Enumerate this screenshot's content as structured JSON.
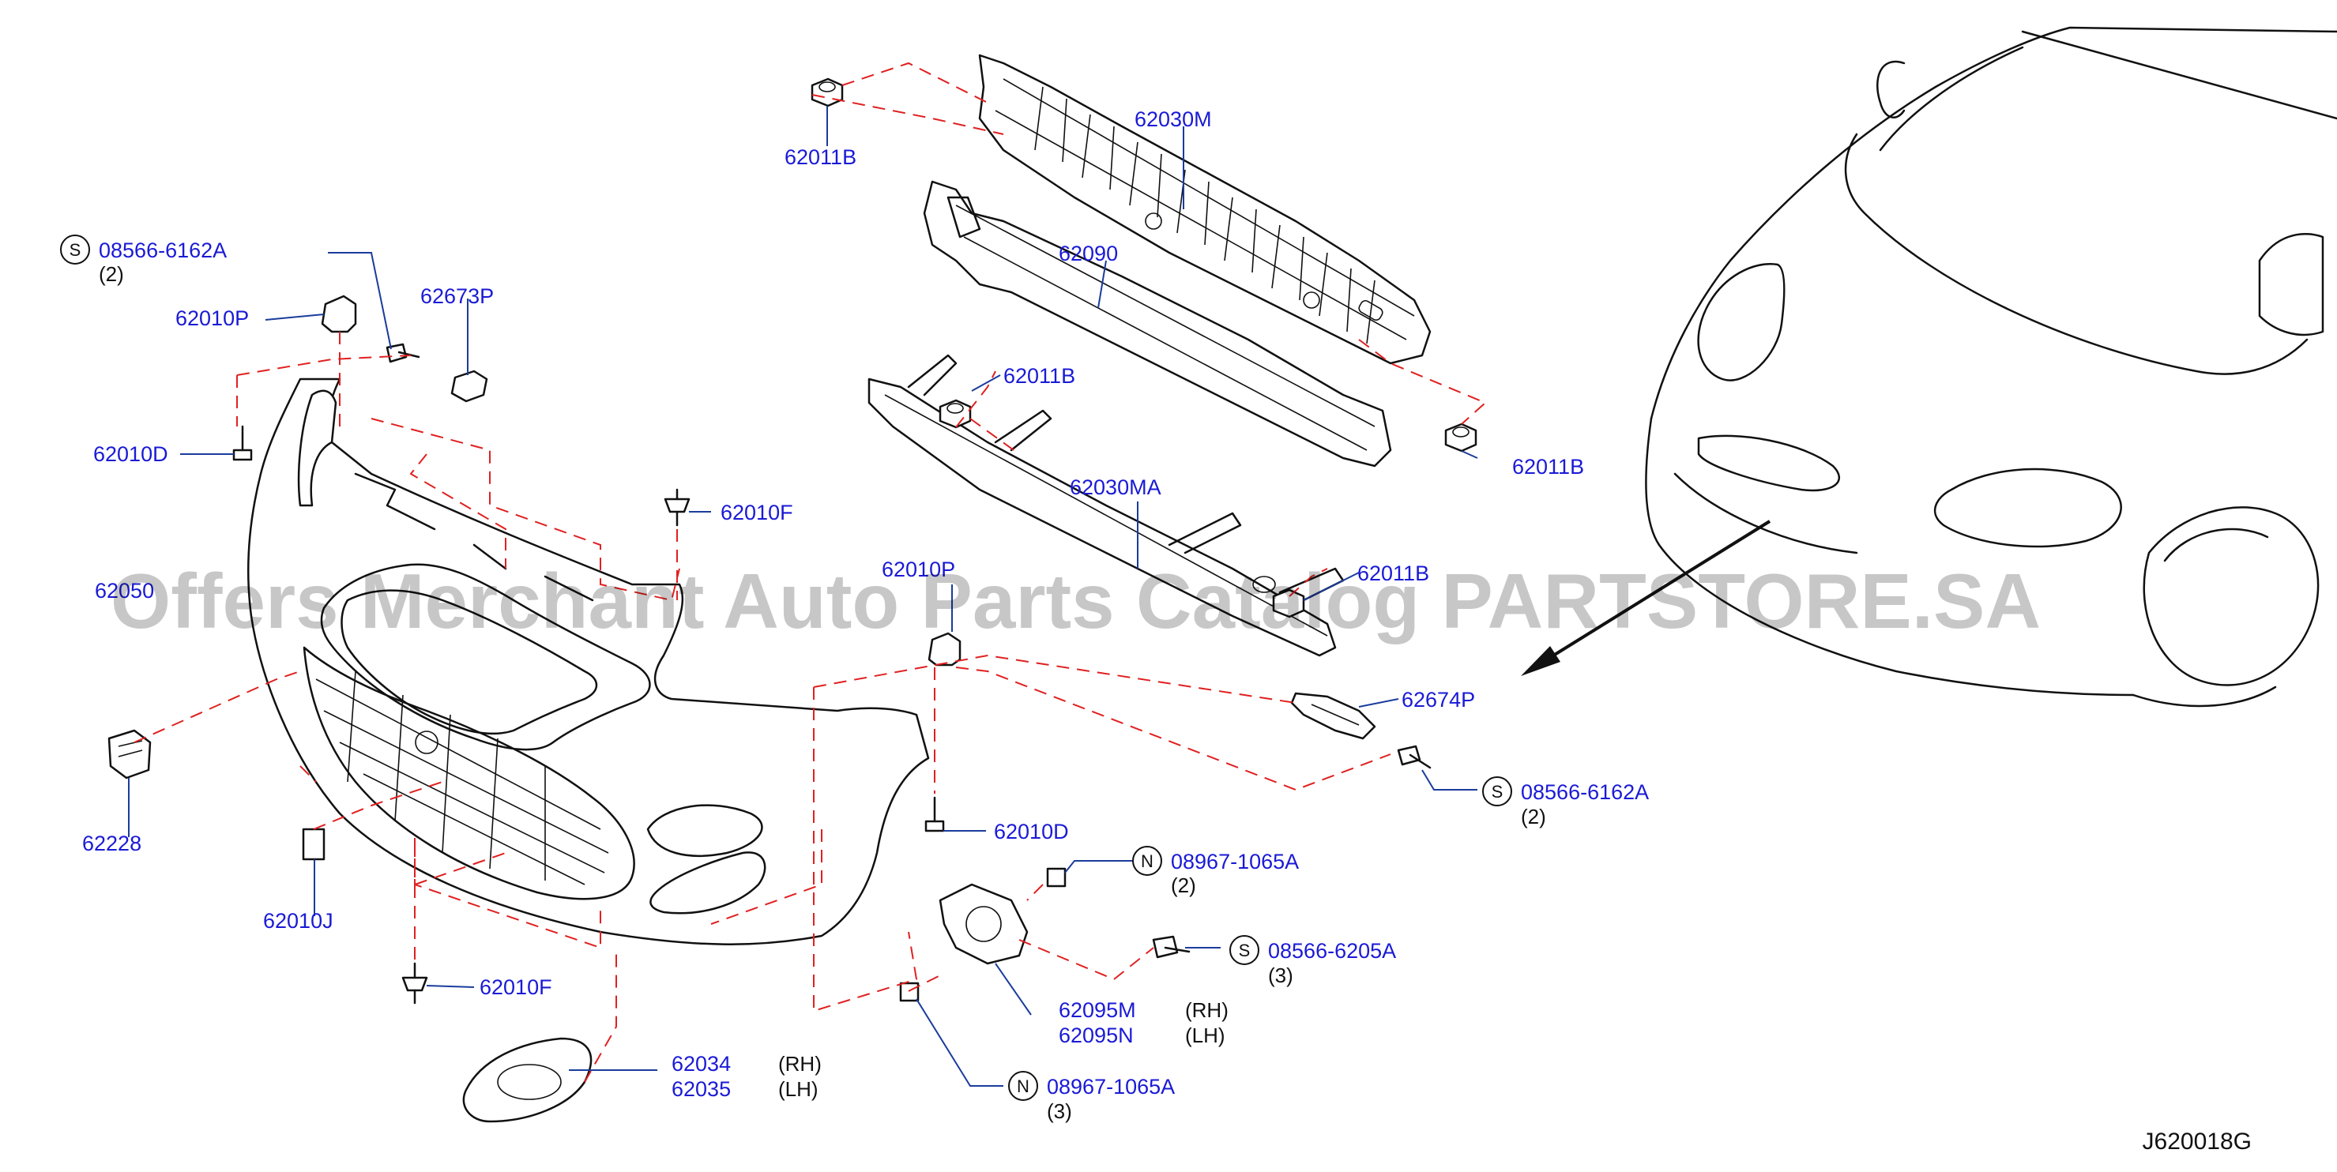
{
  "watermark": "Offers Merchant Auto Parts Catalog PARTSTORE.SA",
  "diagram_code": "J620018G",
  "callouts": [
    {
      "id": "bolt-s-1",
      "prefix": "S",
      "part": "08566-6162A",
      "qty": "(2)"
    },
    {
      "id": "clip-p-1",
      "prefix": "",
      "part": "62010P",
      "qty": ""
    },
    {
      "id": "grommet-673",
      "prefix": "",
      "part": "62673P",
      "qty": ""
    },
    {
      "id": "clip-d-1",
      "prefix": "",
      "part": "62010D",
      "qty": ""
    },
    {
      "id": "clip-f-1",
      "prefix": "",
      "part": "62010F",
      "qty": ""
    },
    {
      "id": "bumper-fascia",
      "prefix": "",
      "part": "62050",
      "qty": ""
    },
    {
      "id": "sensor-bracket",
      "prefix": "",
      "part": "62228",
      "qty": ""
    },
    {
      "id": "clip-j",
      "prefix": "",
      "part": "62010J",
      "qty": ""
    },
    {
      "id": "clip-f-2",
      "prefix": "",
      "part": "62010F",
      "qty": ""
    },
    {
      "id": "nut-b-1",
      "prefix": "",
      "part": "62011B",
      "qty": ""
    },
    {
      "id": "absorber-upper",
      "prefix": "",
      "part": "62030M",
      "qty": ""
    },
    {
      "id": "reinforcement",
      "prefix": "",
      "part": "62090",
      "qty": ""
    },
    {
      "id": "nut-b-2",
      "prefix": "",
      "part": "62011B",
      "qty": ""
    },
    {
      "id": "nut-b-3",
      "prefix": "",
      "part": "62011B",
      "qty": ""
    },
    {
      "id": "absorber-lower",
      "prefix": "",
      "part": "62030MA",
      "qty": ""
    },
    {
      "id": "nut-b-4",
      "prefix": "",
      "part": "62011B",
      "qty": ""
    },
    {
      "id": "clip-p-2",
      "prefix": "",
      "part": "62010P",
      "qty": ""
    },
    {
      "id": "bracket-674",
      "prefix": "",
      "part": "62674P",
      "qty": ""
    },
    {
      "id": "bolt-s-2",
      "prefix": "S",
      "part": "08566-6162A",
      "qty": "(2)"
    },
    {
      "id": "clip-d-2",
      "prefix": "",
      "part": "62010D",
      "qty": ""
    },
    {
      "id": "nut-n-1",
      "prefix": "N",
      "part": "08967-1065A",
      "qty": "(2)"
    },
    {
      "id": "bolt-s-3",
      "prefix": "S",
      "part": "08566-6205A",
      "qty": "(3)"
    },
    {
      "id": "nut-n-2",
      "prefix": "N",
      "part": "08967-1065A",
      "qty": "(3)"
    }
  ],
  "paired": [
    {
      "id": "fog-bracket",
      "rh_part": "62095M",
      "lh_part": "62095N",
      "rh": "(RH)",
      "lh": "(LH)"
    },
    {
      "id": "fog-cover",
      "rh_part": "62034",
      "lh_part": "62035",
      "rh": "(RH)",
      "lh": "(LH)"
    }
  ]
}
